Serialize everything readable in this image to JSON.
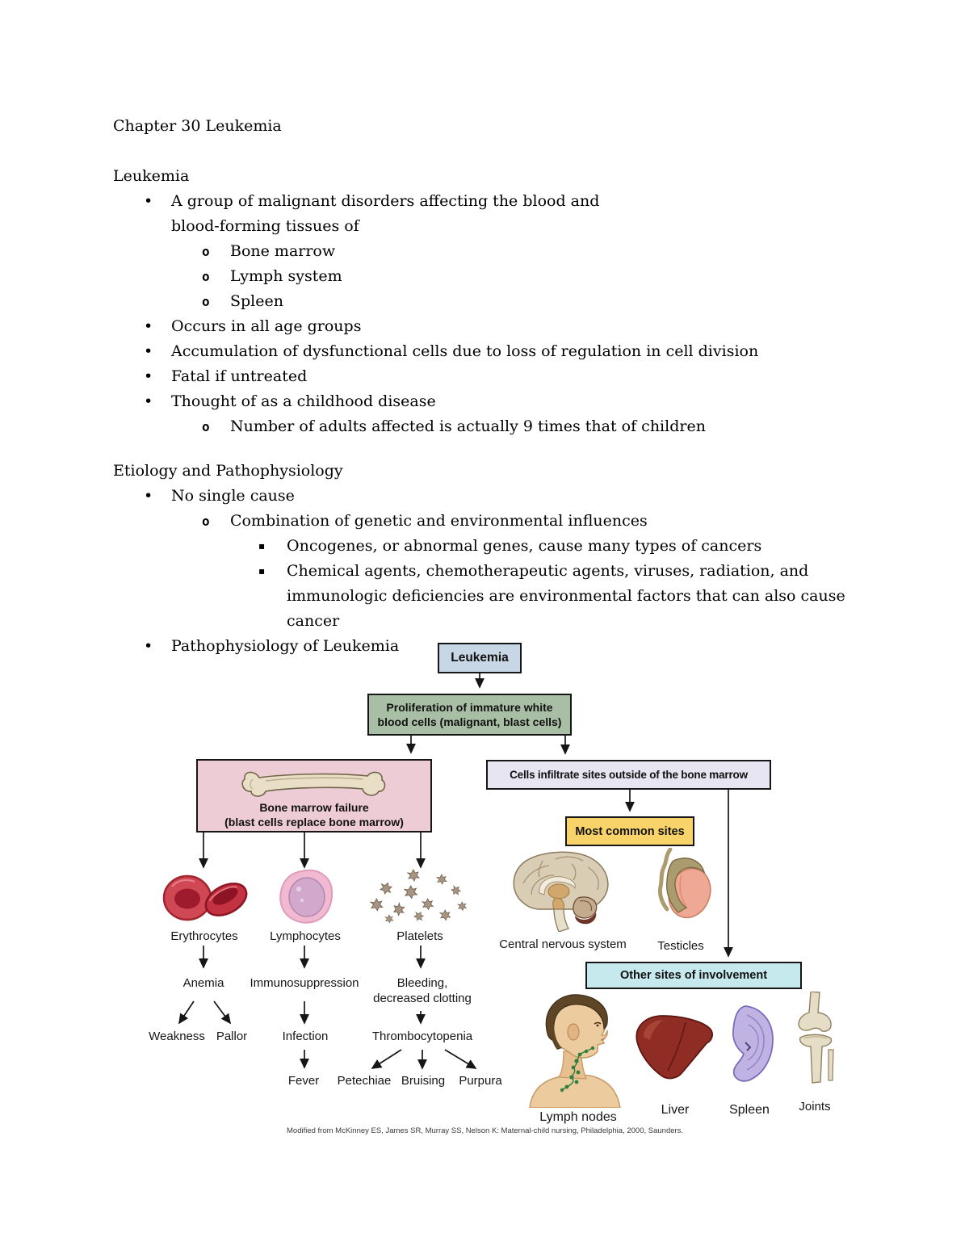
{
  "doc": {
    "title": "Chapter 30 Leukemia",
    "markers": {
      "l1": "•",
      "l2": "o",
      "l3": "▪"
    },
    "sections": [
      {
        "heading": "Leukemia",
        "bullets": [
          {
            "level": 1,
            "text": "A group of malignant disorders affecting the blood and\nblood-forming tissues of"
          },
          {
            "level": 2,
            "text": "Bone marrow"
          },
          {
            "level": 2,
            "text": "Lymph system"
          },
          {
            "level": 2,
            "text": "Spleen"
          },
          {
            "level": 1,
            "text": "Occurs in all age groups"
          },
          {
            "level": 1,
            "text": "Accumulation of dysfunctional cells due to loss of regulation in cell division"
          },
          {
            "level": 1,
            "text": "Fatal if untreated"
          },
          {
            "level": 1,
            "text": "Thought of as a childhood disease"
          },
          {
            "level": 2,
            "text": "Number of adults affected is actually 9 times that of children"
          }
        ]
      },
      {
        "heading": "Etiology and Pathophysiology",
        "bullets": [
          {
            "level": 1,
            "text": "No single cause"
          },
          {
            "level": 2,
            "text": "Combination of genetic and environmental influences"
          },
          {
            "level": 3,
            "text": "Oncogenes, or abnormal genes, cause many types of cancers"
          },
          {
            "level": 3,
            "text": "Chemical agents, chemotherapeutic agents, viruses, radiation, and\nimmunologic deficiencies are environmental factors that can also cause\ncancer"
          },
          {
            "level": 1,
            "text": "Pathophysiology of Leukemia"
          }
        ]
      }
    ]
  },
  "diagram": {
    "boxes": {
      "leukemia": {
        "label": "Leukemia",
        "fill": "#c7d7e6"
      },
      "proliferation": {
        "label": "Proliferation of immature white\nblood cells (malignant, blast cells)",
        "fill": "#a9bfa5"
      },
      "bone_marrow_failure": {
        "label": "Bone marrow failure\n(blast cells replace bone marrow)",
        "fill": "#eeccd6"
      },
      "infiltrate": {
        "label": "Cells infiltrate sites outside of the bone marrow",
        "fill": "#e6e5f1"
      },
      "most_common_sites": {
        "label": "Most common sites",
        "fill": "#f7d369"
      },
      "other_sites": {
        "label": "Other sites of involvement",
        "fill": "#c6e9ee"
      }
    },
    "labels": {
      "erythrocytes": "Erythrocytes",
      "lymphocytes": "Lymphocytes",
      "platelets": "Platelets",
      "anemia": "Anemia",
      "immunosuppression": "Immunosuppression",
      "bleeding": "Bleeding,\ndecreased clotting",
      "weakness": "Weakness",
      "pallor": "Pallor",
      "infection": "Infection",
      "thrombocytopenia": "Thrombocytopenia",
      "fever": "Fever",
      "petechiae": "Petechiae",
      "bruising": "Bruising",
      "purpura": "Purpura",
      "cns": "Central nervous system",
      "testicles": "Testicles",
      "lymph_nodes": "Lymph nodes",
      "liver": "Liver",
      "spleen": "Spleen",
      "joints": "Joints"
    },
    "caption": "Modified from McKinney ES, James SR, Murray SS, Nelson K: Maternal-child nursing, Philadelphia, 2000, Saunders."
  }
}
